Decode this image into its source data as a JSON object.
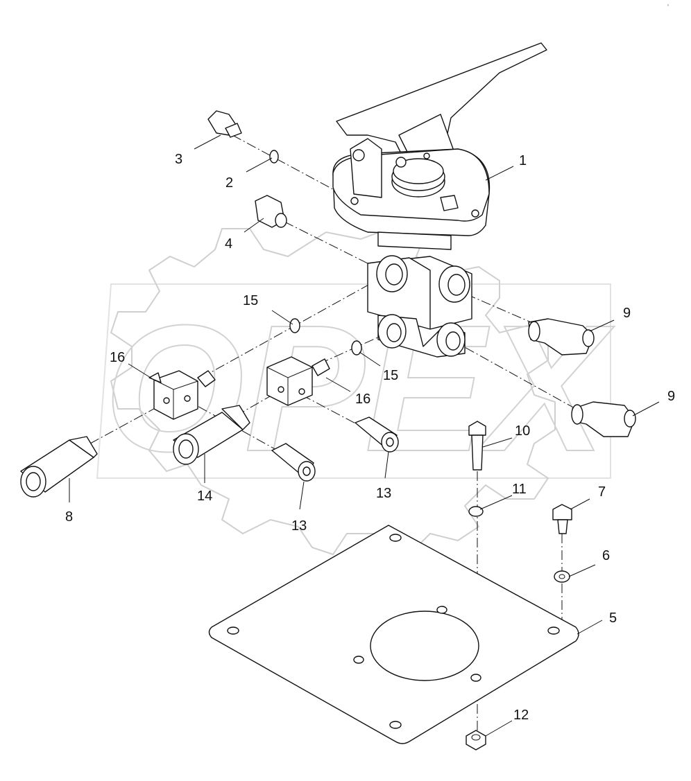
{
  "corner_mark": "ⁿ",
  "watermark_text": "OPEX",
  "callouts": [
    "1",
    "2",
    "3",
    "4",
    "5",
    "6",
    "7",
    "8",
    "9",
    "9",
    "10",
    "11",
    "12",
    "13",
    "13",
    "14",
    "15",
    "15",
    "16",
    "16"
  ]
}
